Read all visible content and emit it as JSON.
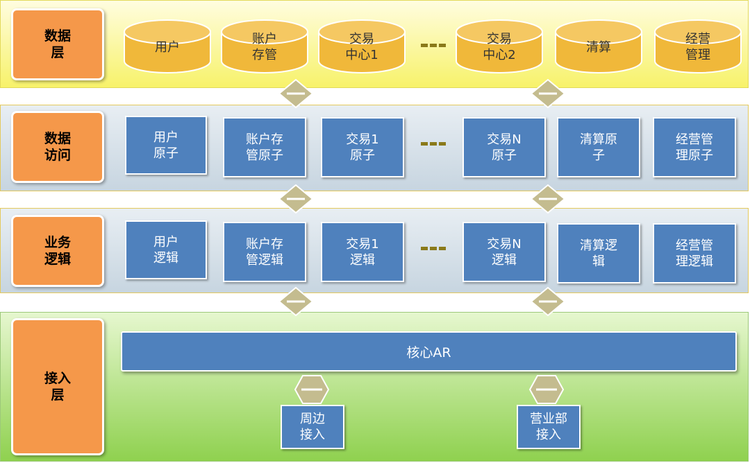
{
  "data_layer": {
    "label": "数据\n层",
    "stores": [
      "用户",
      "账户\n存管",
      "交易\n中心1",
      "交易\n中心2",
      "清算",
      "经营\n管理"
    ],
    "ellipsis": "- -"
  },
  "access_layer": {
    "label": "数据\n访问",
    "boxes": [
      "用户\n原子",
      "账户存\n管原子",
      "交易1\n原子",
      "交易N\n原子",
      "清算原\n子",
      "经营管\n理原子"
    ]
  },
  "logic_layer": {
    "label": "业务\n逻辑",
    "boxes": [
      "用户\n逻辑",
      "账户存\n管逻辑",
      "交易1\n逻辑",
      "交易N\n逻辑",
      "清算逻\n辑",
      "经营管\n理逻辑"
    ]
  },
  "entry_layer": {
    "label": "接入\n层",
    "core": "核心AR",
    "peripheral": "周边\n接入",
    "branch": "营业部\n接入"
  },
  "colors": {
    "label_fill": "#f5984a",
    "box_fill": "#4f81bd",
    "db_fill": "#f0b83a",
    "arrow_fill": "#c4bc8f"
  }
}
